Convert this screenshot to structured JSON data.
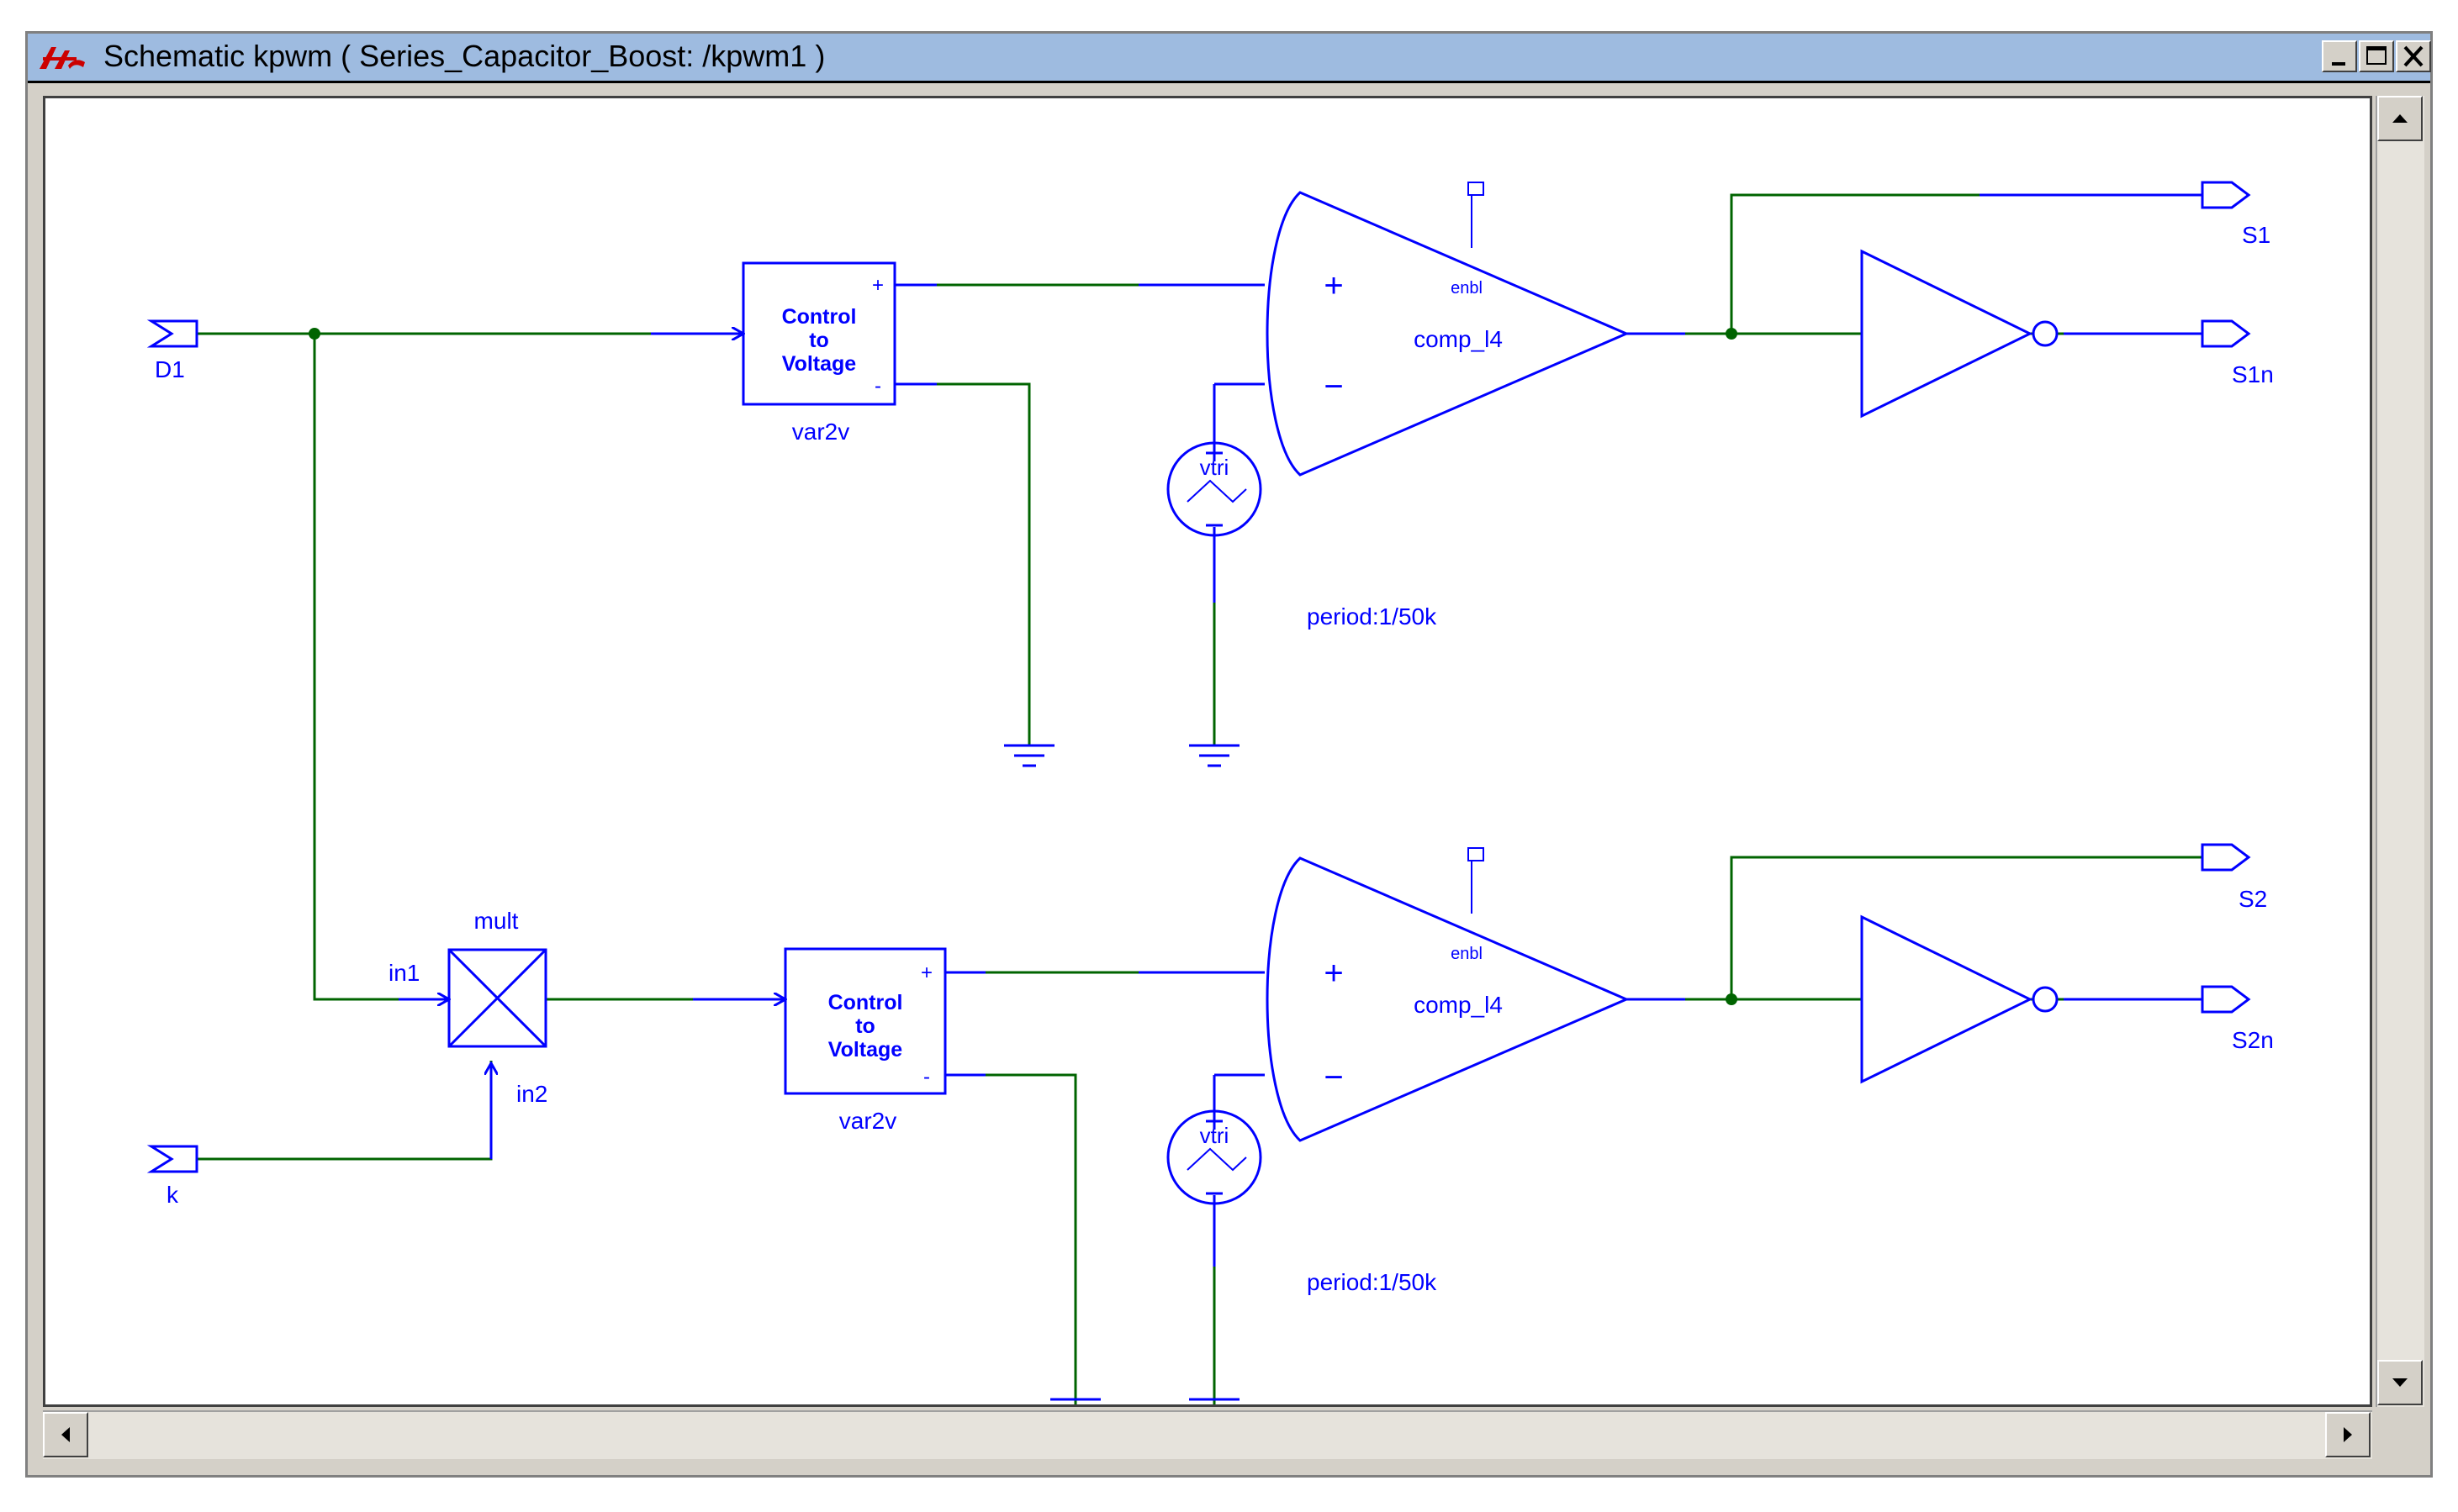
{
  "window": {
    "title": "Schematic kpwm ( Series_Capacitor_Boost: /kpwm1 )"
  },
  "colors": {
    "component": "#0000ff",
    "wire": "#006400",
    "titlebar": "#9ebbe0",
    "app_icon": "#cc0000"
  },
  "schematic": {
    "pins": {
      "d1": "D1",
      "k": "k",
      "s1": "S1",
      "s1n": "S1n",
      "s2": "S2",
      "s2n": "S2n"
    },
    "top": {
      "block": {
        "line1": "Control",
        "line2": "to",
        "line3": "Voltage",
        "name": "var2v",
        "plus": "+",
        "minus": "-"
      },
      "comparator": {
        "name": "comp_l4",
        "enable": "enbl",
        "plus": "+",
        "minus": "−"
      },
      "source": {
        "name": "vtri",
        "param": "period:1/50k"
      }
    },
    "bottom": {
      "mult": {
        "name": "mult",
        "in1": "in1",
        "in2": "in2"
      },
      "block": {
        "line1": "Control",
        "line2": "to",
        "line3": "Voltage",
        "name": "var2v",
        "plus": "+",
        "minus": "-"
      },
      "comparator": {
        "name": "comp_l4",
        "enable": "enbl",
        "plus": "+",
        "minus": "−"
      },
      "source": {
        "name": "vtri",
        "param": "period:1/50k"
      }
    }
  }
}
